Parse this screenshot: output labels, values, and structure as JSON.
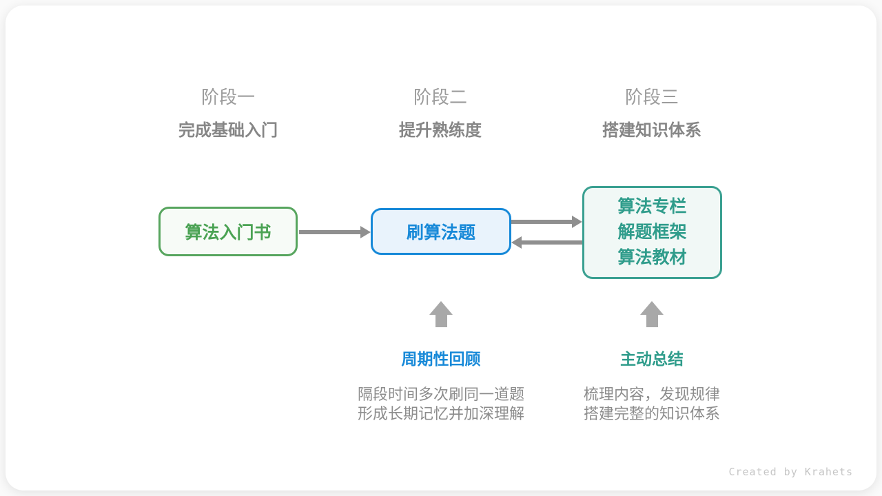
{
  "stages": [
    {
      "label": "阶段一",
      "subtitle": "完成基础入门"
    },
    {
      "label": "阶段二",
      "subtitle": "提升熟练度"
    },
    {
      "label": "阶段三",
      "subtitle": "搭建知识体系"
    }
  ],
  "nodes": [
    {
      "label": "算法入门书"
    },
    {
      "label": "刷算法题"
    },
    {
      "lines": [
        "算法专栏",
        "解题框架",
        "算法教材"
      ]
    }
  ],
  "annotations": [
    {
      "title": "周期性回顾",
      "desc": [
        "隔段时间多次刷同一道题",
        "形成长期记忆并加深理解"
      ]
    },
    {
      "title": "主动总结",
      "desc": [
        "梳理内容，发现规律",
        "搭建完整的知识体系"
      ]
    }
  ],
  "credit": "Created by Krahets",
  "colors": {
    "page-bg": "#fafafa",
    "card-bg": "#ffffff",
    "green": "#4aa253",
    "green-border": "#57a55e",
    "green-bg": "#f7fbf7",
    "blue": "#1789d8",
    "blue-border": "#1789d8",
    "blue-bg": "#e9f3fc",
    "teal": "#2f9c8b",
    "teal-border": "#3aa091",
    "teal-bg": "#f1f8f6",
    "arrow": "#8f8f8f",
    "up-arrow": "#a8a8a8",
    "stage-label": "#9c9c9c",
    "stage-subtitle": "#868686",
    "desc": "#8c8c8c",
    "credit": "#c6c6c6"
  }
}
